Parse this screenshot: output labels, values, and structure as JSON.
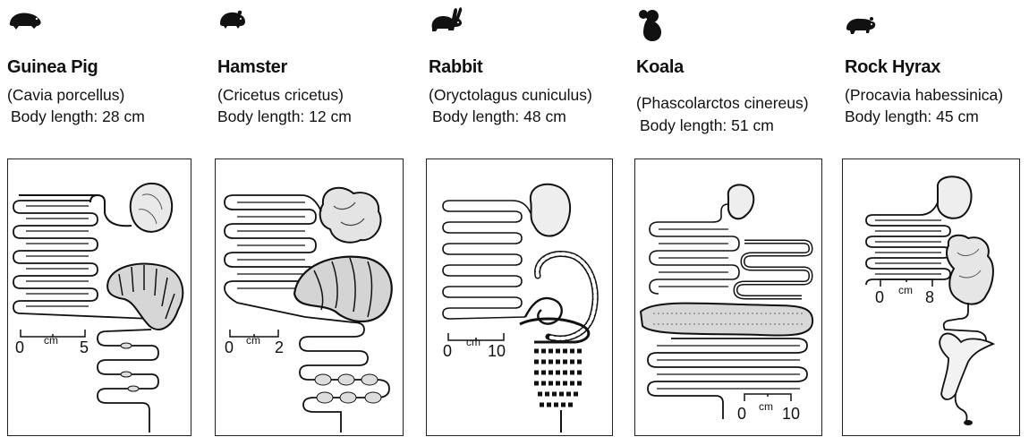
{
  "species": [
    {
      "icon": "guinea-pig-icon",
      "name": "Guinea Pig",
      "latin": "(Cavia porcellus)",
      "body_length": "Body length: 28 cm",
      "scale": {
        "min": "0",
        "unit": "cm",
        "max": "5"
      }
    },
    {
      "icon": "hamster-icon",
      "name": "Hamster",
      "latin": "(Cricetus cricetus)",
      "body_length": "Body length: 12 cm",
      "scale": {
        "min": "0",
        "unit": "cm",
        "max": "2"
      }
    },
    {
      "icon": "rabbit-icon",
      "name": "Rabbit",
      "latin": "(Oryctolagus cuniculus)",
      "body_length": "Body length: 48 cm",
      "scale": {
        "min": "0",
        "unit": "cm",
        "max": "10"
      }
    },
    {
      "icon": "koala-icon",
      "name": "Koala",
      "latin": "(Phascolarctos cinereus)",
      "body_length": "Body length: 51 cm",
      "scale": {
        "min": "0",
        "unit": "cm",
        "max": "10"
      }
    },
    {
      "icon": "rock-hyrax-icon",
      "name": "Rock Hyrax",
      "latin": "(Procavia habessinica)",
      "body_length": "Body length: 45 cm",
      "scale": {
        "min": "0",
        "unit": "cm",
        "max": "8"
      }
    }
  ]
}
